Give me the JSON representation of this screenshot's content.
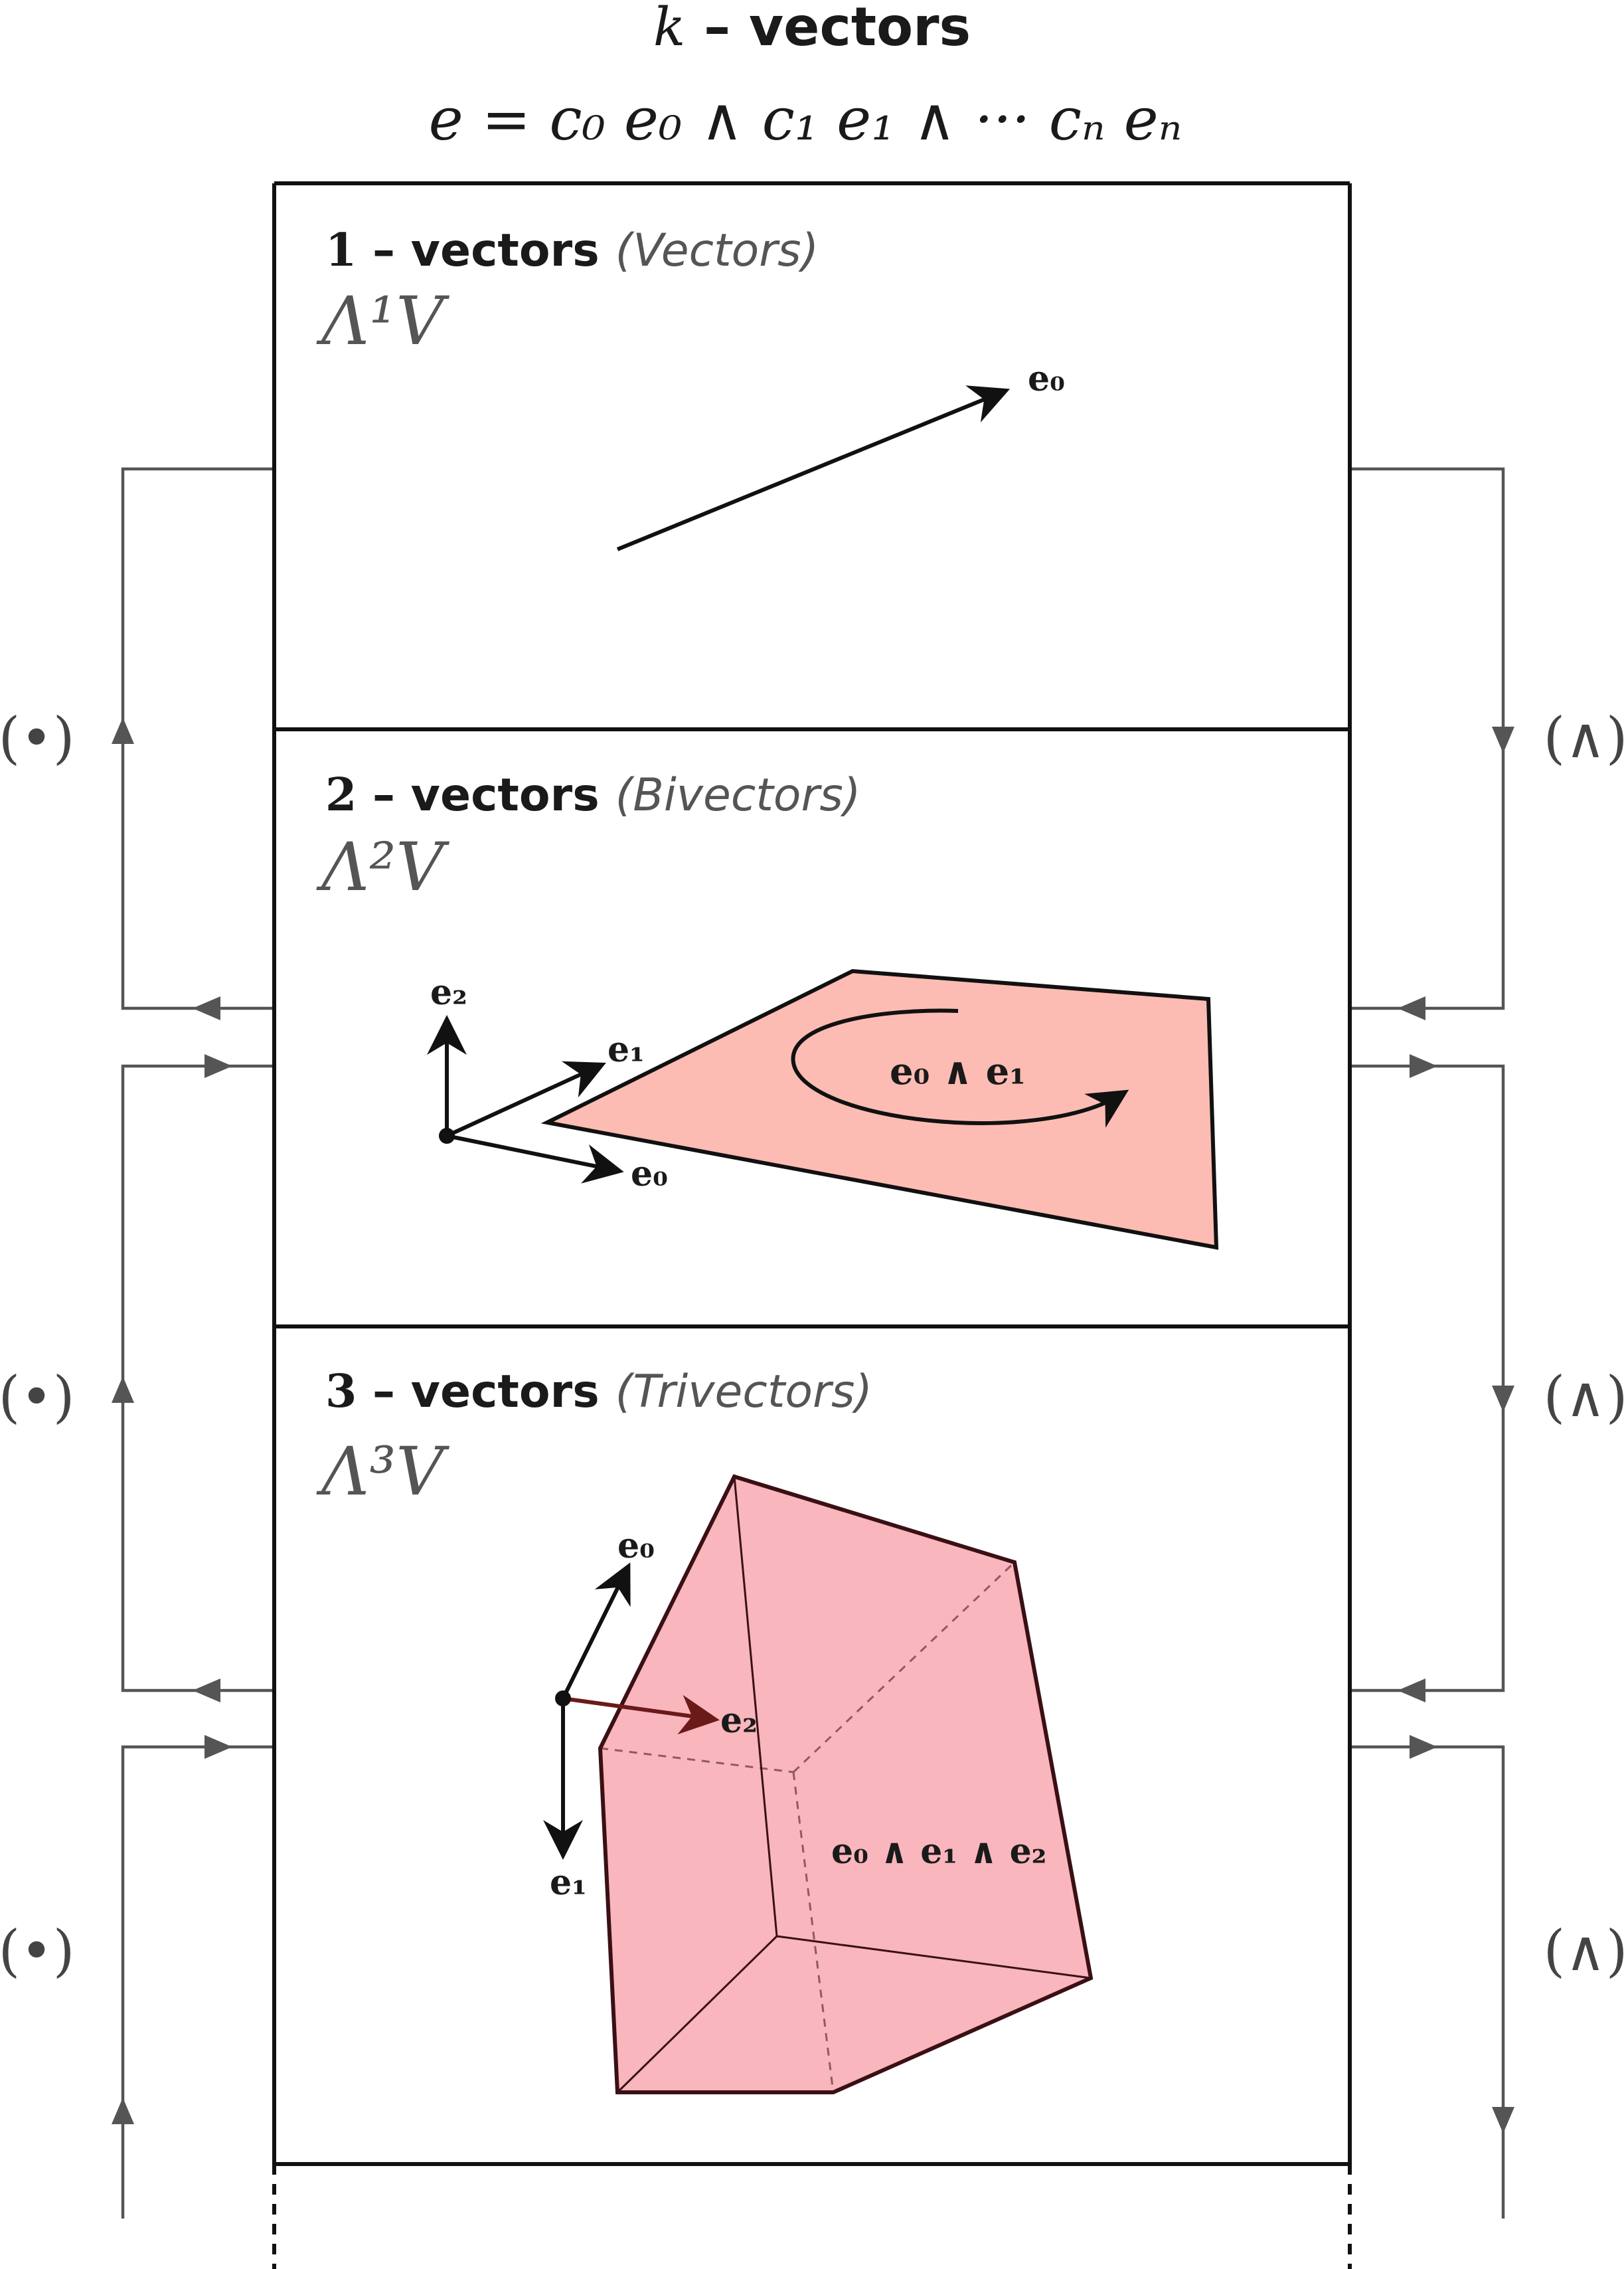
{
  "header": {
    "title_k": "k",
    "title_rest": " – vectors",
    "formula": "e = c₀ e₀ ∧ c₁ e₁ ∧ ··· cₙ eₙ"
  },
  "panels": [
    {
      "grade": "1",
      "dash": " – vectors",
      "name": "(Vectors)",
      "space": "Λ¹V"
    },
    {
      "grade": "2",
      "dash": " – vectors",
      "name": "(Bivectors)",
      "space": "Λ²V"
    },
    {
      "grade": "3",
      "dash": " – vectors",
      "name": "(Trivectors)",
      "space": "Λ³V"
    }
  ],
  "vector_labels": {
    "p1_e0": "e₀",
    "p2_e0": "e₀",
    "p2_e1": "e₁",
    "p2_e2": "e₂",
    "p2_plane": "e₀ ∧ e₁",
    "p3_e0": "e₀",
    "p3_e1": "e₁",
    "p3_e2": "e₂",
    "p3_volume": "e₀ ∧ e₁ ∧ e₂"
  },
  "operators": {
    "left": "(•)",
    "right": "(∧)"
  },
  "colors": {
    "bivector_fill": "#fdbcb3",
    "trivector_fill": "#f9b6bd",
    "trivector_edge": "#3a1015",
    "e2_arrow": "#6b1a1a",
    "flow": "#555555"
  }
}
